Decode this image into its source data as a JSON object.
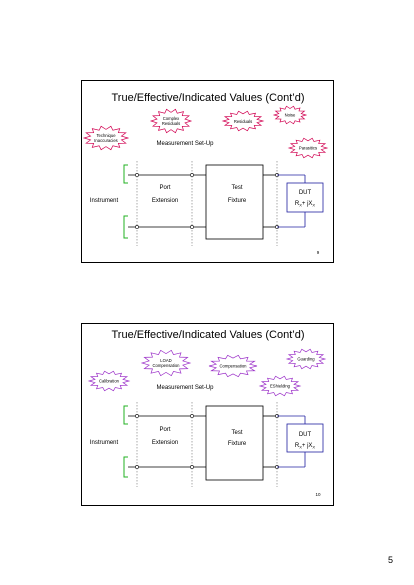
{
  "page_number": "5",
  "slides": [
    {
      "title": "True/Effective/Indicated Values (Cont’d)",
      "subtitle": "Measurement Set-Up",
      "labels": {
        "instrument": "Instrument",
        "port_line1": "Port",
        "port_line2": "Extension",
        "test_line1": "Test",
        "test_line2": "Fixture",
        "dut_line1": "DUT",
        "dut_r": "R",
        "dut_x_sub": "X",
        "dut_plus_j": "+ jX",
        "dut_x_sub2": "X"
      },
      "slide_number": "9",
      "bursts": [
        {
          "lines": [
            "Technique",
            "Inaccuracies"
          ],
          "color": "#d10050"
        },
        {
          "lines": [
            "Complex",
            "Residuals"
          ],
          "color": "#d10050"
        },
        {
          "lines": [
            "Residuals"
          ],
          "color": "#d10050"
        },
        {
          "lines": [
            "Noise"
          ],
          "color": "#d10050"
        },
        {
          "lines": [
            "Parasitics"
          ],
          "color": "#d10050"
        }
      ]
    },
    {
      "title": "True/Effective/Indicated Values (Cont’d)",
      "subtitle": "Measurement Set-Up",
      "labels": {
        "instrument": "Instrument",
        "port_line1": "Port",
        "port_line2": "Extension",
        "test_line1": "Test",
        "test_line2": "Fixture",
        "dut_line1": "DUT",
        "dut_r": "R",
        "dut_x_sub": "X",
        "dut_plus_j": "+ jX",
        "dut_x_sub2": "X"
      },
      "slide_number": "10",
      "bursts": [
        {
          "lines": [
            "Calibration"
          ],
          "color": "#9b30c8"
        },
        {
          "lines": [
            "LOAD",
            "Compensation"
          ],
          "color": "#9b30c8"
        },
        {
          "lines": [
            "Compensation"
          ],
          "color": "#9b30c8"
        },
        {
          "lines": [
            "Guarding"
          ],
          "color": "#9b30c8"
        },
        {
          "lines": [
            "EShielding"
          ],
          "color": "#9b30c8"
        }
      ]
    }
  ],
  "colors": {
    "bracket": "#20b020",
    "dut_box": "#2020a0",
    "wire": "#000000"
  }
}
